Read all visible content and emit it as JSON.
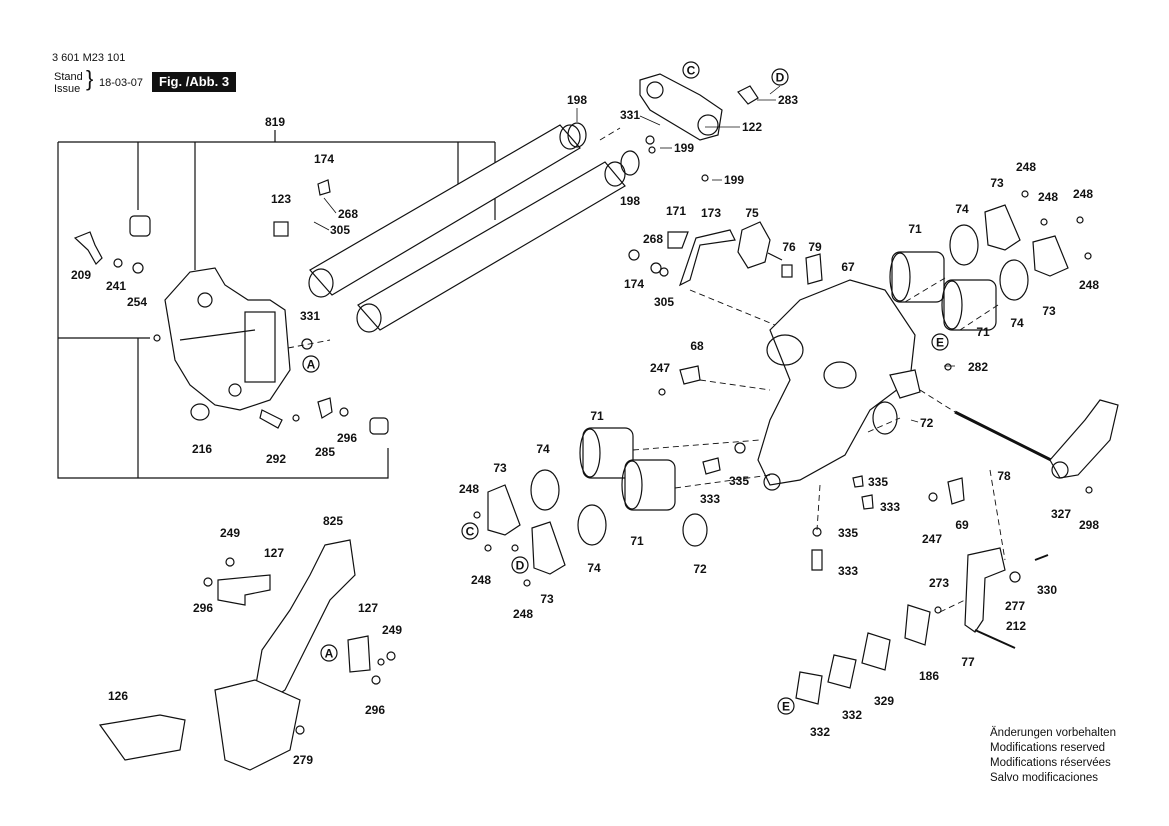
{
  "header": {
    "part_number": "3 601 M23 101",
    "stand_label_1": "Stand",
    "stand_label_2": "Issue",
    "date": "18-03-07",
    "figure": "Fig. /Abb. 3"
  },
  "callouts": {
    "c1": "C",
    "c2": "D",
    "c3": "A",
    "c4": "E",
    "c5": "C",
    "c6": "D",
    "c7": "A",
    "c8": "E"
  },
  "labels": {
    "l819": "819",
    "l174a": "174",
    "l123": "123",
    "l268a": "268",
    "l305a": "305",
    "l209": "209",
    "l241": "241",
    "l254": "254",
    "l331a": "331",
    "l216": "216",
    "l292": "292",
    "l285": "285",
    "l296a": "296",
    "l198a": "198",
    "l198b": "198",
    "l331b": "331",
    "l122": "122",
    "l199a": "199",
    "l199b": "199",
    "l283": "283",
    "l171": "171",
    "l173": "173",
    "l75": "75",
    "l76": "76",
    "l79": "79",
    "l268b": "268",
    "l174b": "174",
    "l305b": "305",
    "l67": "67",
    "l71a": "71",
    "l74a": "74",
    "l73a": "73",
    "l248a": "248",
    "l248b": "248",
    "l248c": "248",
    "l248d": "248",
    "l73b": "73",
    "l71b": "71",
    "l74b": "74",
    "l282": "282",
    "l68": "68",
    "l247a": "247",
    "l72a": "72",
    "l71c": "71",
    "l74c": "74",
    "l73c": "73",
    "l248e": "248",
    "l248f": "248",
    "l335a": "335",
    "l333a": "333",
    "l71d": "71",
    "l74d": "74",
    "l73d": "73",
    "l248g": "248",
    "l72b": "72",
    "l335b": "335",
    "l333b": "333",
    "l335c": "335",
    "l333c": "333",
    "l247b": "247",
    "l69": "69",
    "l78": "78",
    "l327": "327",
    "l298": "298",
    "l825": "825",
    "l249a": "249",
    "l127a": "127",
    "l296b": "296",
    "l127b": "127",
    "l249b": "249",
    "l296c": "296",
    "l126": "126",
    "l279": "279",
    "l273": "273",
    "l277": "277",
    "l330": "330",
    "l212": "212",
    "l77": "77",
    "l186": "186",
    "l329": "329",
    "l332a": "332",
    "l332b": "332"
  },
  "notes": [
    "Änderungen vorbehalten",
    "Modifications reserved",
    "Modifications réservées",
    "Salvo modificaciones"
  ]
}
